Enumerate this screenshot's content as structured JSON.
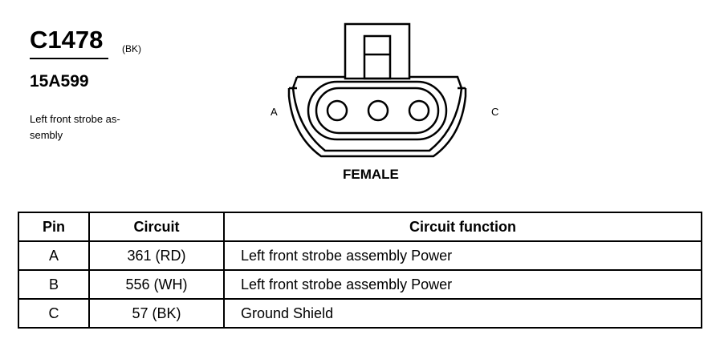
{
  "connector": {
    "id": "C1478",
    "color": "(BK)",
    "part_number": "15A599",
    "description": "Left front strobe assembly",
    "description_lines": [
      "Left front strobe as-",
      "sembly"
    ],
    "gender": "FEMALE",
    "pin_labels": {
      "left": "A",
      "right": "C"
    }
  },
  "table": {
    "headers": [
      "Pin",
      "Circuit",
      "Circuit function"
    ],
    "rows": [
      {
        "pin": "A",
        "circuit": "361 (RD)",
        "function": "Left front strobe assembly Power"
      },
      {
        "pin": "B",
        "circuit": "556 (WH)",
        "function": "Left front strobe assembly Power"
      },
      {
        "pin": "C",
        "circuit": "57 (BK)",
        "function": "Ground Shield"
      }
    ]
  }
}
